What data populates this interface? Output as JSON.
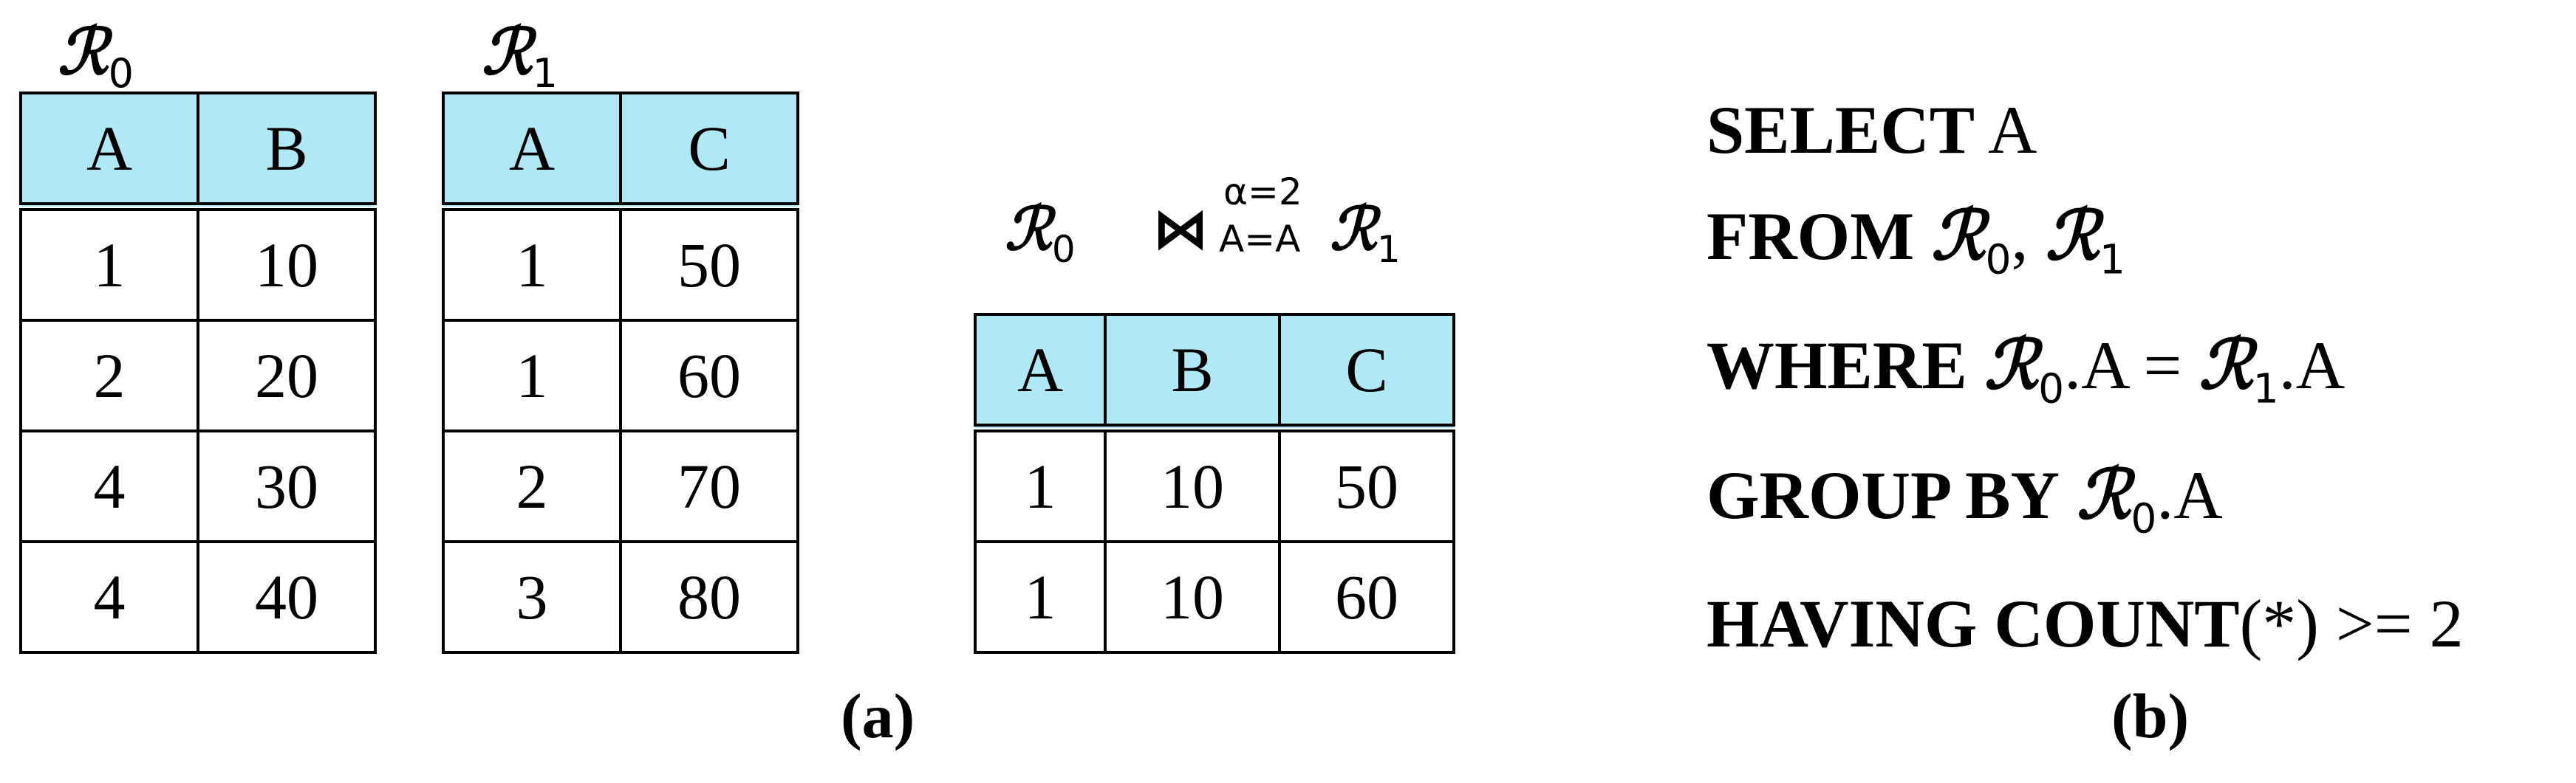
{
  "relations": {
    "r0": {
      "symbol": "ℛ",
      "index": "0"
    },
    "r1": {
      "symbol": "ℛ",
      "index": "1"
    }
  },
  "table_r0": {
    "headers": [
      "A",
      "B"
    ],
    "rows": [
      [
        "1",
        "10"
      ],
      [
        "2",
        "20"
      ],
      [
        "4",
        "30"
      ],
      [
        "4",
        "40"
      ]
    ]
  },
  "table_r1": {
    "headers": [
      "A",
      "C"
    ],
    "rows": [
      [
        "1",
        "50"
      ],
      [
        "1",
        "60"
      ],
      [
        "2",
        "70"
      ],
      [
        "3",
        "80"
      ]
    ]
  },
  "join": {
    "left": "ℛ",
    "left_index": "0",
    "operator": "⋈",
    "superscript": "α=2",
    "subscript": "A=A",
    "right": "ℛ",
    "right_index": "1"
  },
  "table_join": {
    "headers": [
      "A",
      "B",
      "C"
    ],
    "rows": [
      [
        "1",
        "10",
        "50"
      ],
      [
        "1",
        "10",
        "60"
      ]
    ]
  },
  "sql": {
    "select_kw": "SELECT",
    "select_rest": " A",
    "from_kw": "FROM",
    "where_kw": "WHERE",
    "where_eq": ".A = ",
    "col": ".A",
    "group_kw": "GROUP BY",
    "having_kw": "HAVING COUNT",
    "having_rest": "(*) >= 2",
    "comma": ", "
  },
  "captions": {
    "a": "(a)",
    "b": "(b)"
  },
  "colors": {
    "header_fill": "#aee9f5"
  }
}
